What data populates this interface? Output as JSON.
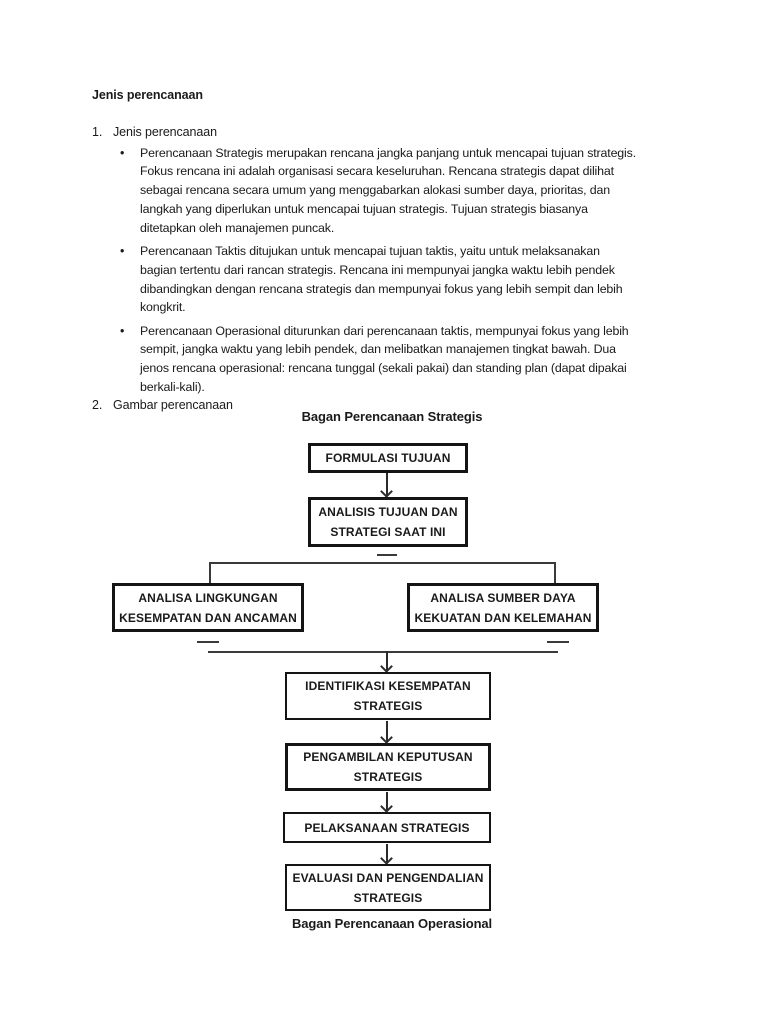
{
  "document": {
    "heading": "Jenis perencanaan",
    "bullet_marker": "•",
    "items": [
      {
        "number": "1.",
        "title": "Jenis perencanaan",
        "bullets": [
          {
            "lines": [
              "Perencanaan Strategis merupakan rencana jangka panjang untuk mencapai tujuan strategis.",
              "Fokus rencana ini adalah organisasi secara keseluruhan. Rencana strategis dapat dilihat",
              "sebagai rencana secara umum yang menggabarkan alokasi sumber daya, prioritas, dan",
              "langkah yang diperlukan untuk mencapai tujuan strategis. Tujuan strategis biasanya",
              "ditetapkan oleh manajemen puncak."
            ]
          },
          {
            "lines": [
              "Perencanaan Taktis ditujukan untuk mencapai tujuan taktis, yaitu untuk melaksanakan",
              "bagian tertentu dari rancan strategis. Rencana ini mempunyai jangka waktu lebih pendek",
              "dibandingkan dengan rencana strategis dan mempunyai fokus yang lebih sempit dan lebih",
              "kongkrit."
            ]
          },
          {
            "lines": [
              "Perencanaan Operasional diturunkan dari perencanaan taktis, mempunyai fokus yang lebih",
              "sempit, jangka waktu yang lebih pendek, dan melibatkan manajemen tingkat bawah. Dua",
              "jenos rencana operasional: rencana tunggal (sekali pakai) dan standing plan (dapat dipakai",
              "berkali-kali)."
            ]
          }
        ]
      },
      {
        "number": "2.",
        "title": "Gambar perencanaan"
      }
    ]
  },
  "flowchart": {
    "title": "Bagan Perencanaan Strategis",
    "caption": "Bagan Perencanaan Operasional",
    "nodes": {
      "formulasi_tujuan": "FORMULASI TUJUAN",
      "analisis_tujuan": "ANALISIS TUJUAN DAN STRATEGI SAAT INI",
      "analisa_lingkungan": "ANALISA LINGKUNGAN KESEMPATAN DAN ANCAMAN",
      "analisa_sumber_daya": "ANALISA SUMBER DAYA KEKUATAN DAN KELEMAHAN",
      "identifikasi": "IDENTIFIKASI KESEMPATAN STRATEGIS",
      "pengambilan": "PENGAMBILAN KEPUTUSAN STRATEGIS",
      "pelaksanaan": "PELAKSANAAN STRATEGIS",
      "evaluasi": "EVALUASI DAN PENGENDALIAN STRATEGIS"
    },
    "colors": {
      "text": "#1a1a1a",
      "box_border": "#141414",
      "connector": "#3a3a3a"
    }
  }
}
